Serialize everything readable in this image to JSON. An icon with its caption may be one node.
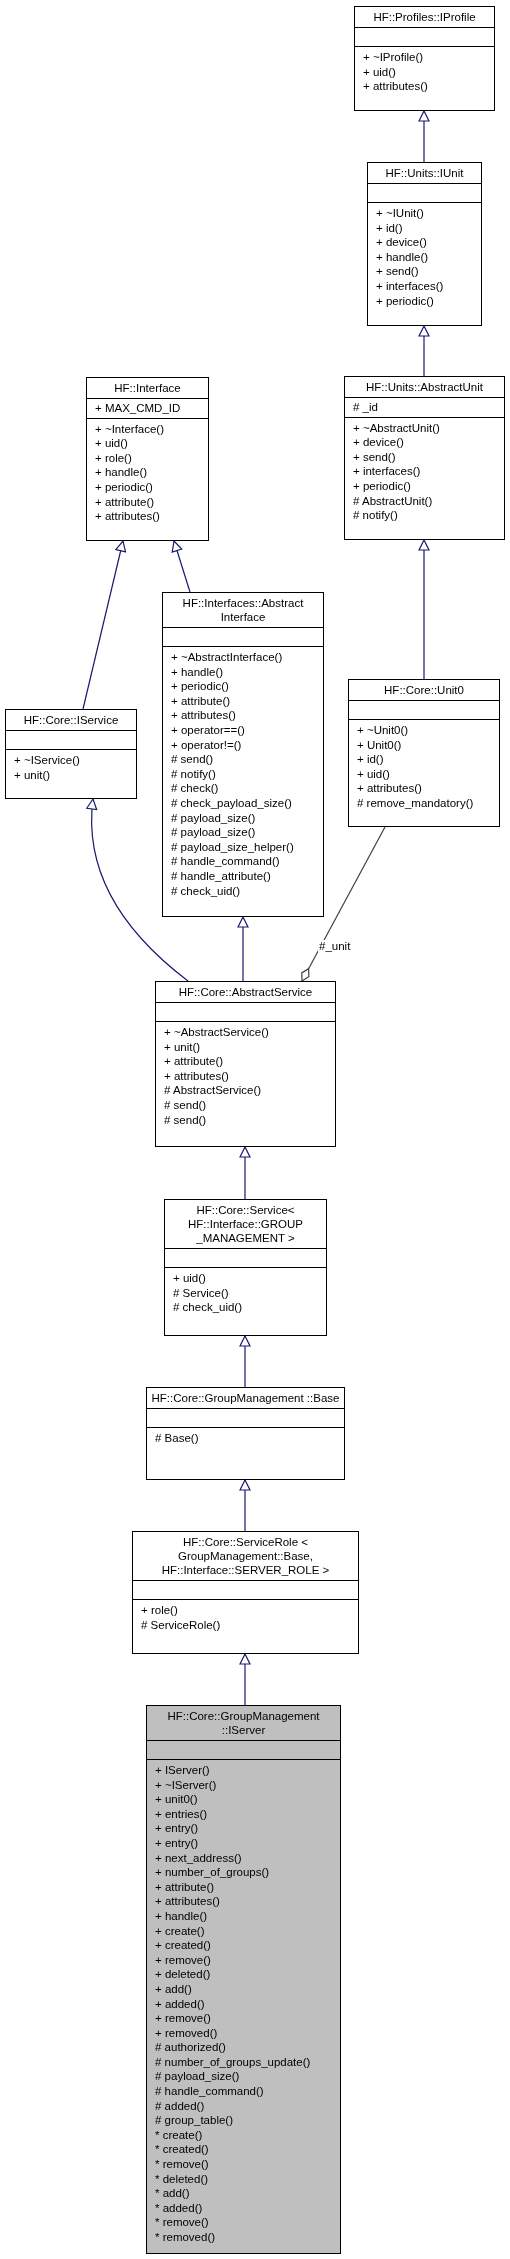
{
  "diagram": {
    "nodes": [
      {
        "text": [
          "HF::Profiles::IProfile",
          "+ ~IProfile()",
          "+ uid()",
          "+ attributes()"
        ]
      },
      {
        "text": [
          "HF::Units::IUnit",
          "+ ~IUnit()",
          "+ id()",
          "+ device()",
          "+ handle()",
          "+ send()",
          "+ interfaces()",
          "+ periodic()"
        ]
      },
      {
        "text": [
          "HF::Interface",
          "+ MAX_CMD_ID",
          "+ ~Interface()",
          "+ uid()",
          "+ role()",
          "+ handle()",
          "+ periodic()",
          "+ attribute()",
          "+ attributes()"
        ]
      },
      {
        "text": [
          "HF::Units::AbstractUnit",
          "# _id",
          "+ ~AbstractUnit()",
          "+ device()",
          "+ send()",
          "+ interfaces()",
          "+ periodic()",
          "# AbstractUnit()",
          "# notify()"
        ]
      },
      {
        "text": [
          "HF::Interfaces::Abstract Interface",
          "+ ~AbstractInterface()",
          "+ handle()",
          "+ periodic()",
          "+ attribute()",
          "+ attributes()",
          "+ operator==()",
          "+ operator!=()",
          "# send()",
          "# notify()",
          "# check()",
          "# check_payload_size()",
          "# payload_size()",
          "# payload_size()",
          "# payload_size_helper()",
          "# handle_command()",
          "# handle_attribute()",
          "# check_uid()"
        ]
      },
      {
        "text": [
          "HF::Core::Unit0",
          "+ ~Unit0()",
          "+ Unit0()",
          "+ id()",
          "+ uid()",
          "+ attributes()",
          "# remove_mandatory()"
        ]
      },
      {
        "text": [
          "HF::Core::IService",
          "+ ~IService()",
          "+ unit()"
        ]
      },
      {
        "text": [
          "HF::Core::AbstractService",
          "+ ~AbstractService()",
          "+ unit()",
          "+ attribute()",
          "+ attributes()",
          "# AbstractService()",
          "# send()",
          "# send()"
        ]
      },
      {
        "text": [
          "HF::Core::Service< HF::Interface::GROUP _MANAGEMENT >",
          "+ uid()",
          "# Service()",
          "# check_uid()"
        ]
      },
      {
        "text": [
          "HF::Core::GroupManagement ::Base",
          "# Base()"
        ]
      },
      {
        "text": [
          "HF::Core::ServiceRole < GroupManagement::Base, HF::Interface::SERVER_ROLE >",
          "+ role()",
          "# ServiceRole()"
        ]
      },
      {
        "text": [
          "HF::Core::GroupManagement ::IServer",
          "+ IServer()",
          "+ ~IServer()",
          "+ unit0()",
          "+ entries()",
          "+ entry()",
          "+ entry()",
          "+ next_address()",
          "+ number_of_groups()",
          "+ attribute()",
          "+ attributes()",
          "+ handle()",
          "+ create()",
          "+ created()",
          "+ remove()",
          "+ deleted()",
          "+ add()",
          "+ added()",
          "+ remove()",
          "+ removed()",
          "# authorized()",
          "# number_of_groups_update()",
          "# payload_size()",
          "# handle_command()",
          "# added()",
          "# group_table()",
          "* create()",
          "* created()",
          "* remove()",
          "* deleted()",
          "* add()",
          "* added()",
          "* remove()",
          "* removed()"
        ]
      }
    ],
    "edges": [
      {
        "from": 1,
        "to": 0,
        "arrow": "to"
      },
      {
        "from": 3,
        "to": 1,
        "arrow": "to"
      },
      {
        "from": 5,
        "to": 3,
        "arrow": "to"
      },
      {
        "from": 6,
        "to": 2,
        "arrow": "to"
      },
      {
        "from": 4,
        "to": 2,
        "arrow": "to"
      },
      {
        "from": 7,
        "to": 6,
        "arrow": "to"
      },
      {
        "from": 7,
        "to": 4,
        "arrow": "to"
      },
      {
        "from": 5,
        "to": 7,
        "arrow": "other",
        "label": "#_unit",
        "color": "#404040"
      },
      {
        "from": 8,
        "to": 7,
        "arrow": "to"
      },
      {
        "from": 9,
        "to": 8,
        "arrow": "to"
      },
      {
        "from": 10,
        "to": 9,
        "arrow": "to"
      },
      {
        "from": 11,
        "to": 10,
        "arrow": "to"
      }
    ]
  }
}
